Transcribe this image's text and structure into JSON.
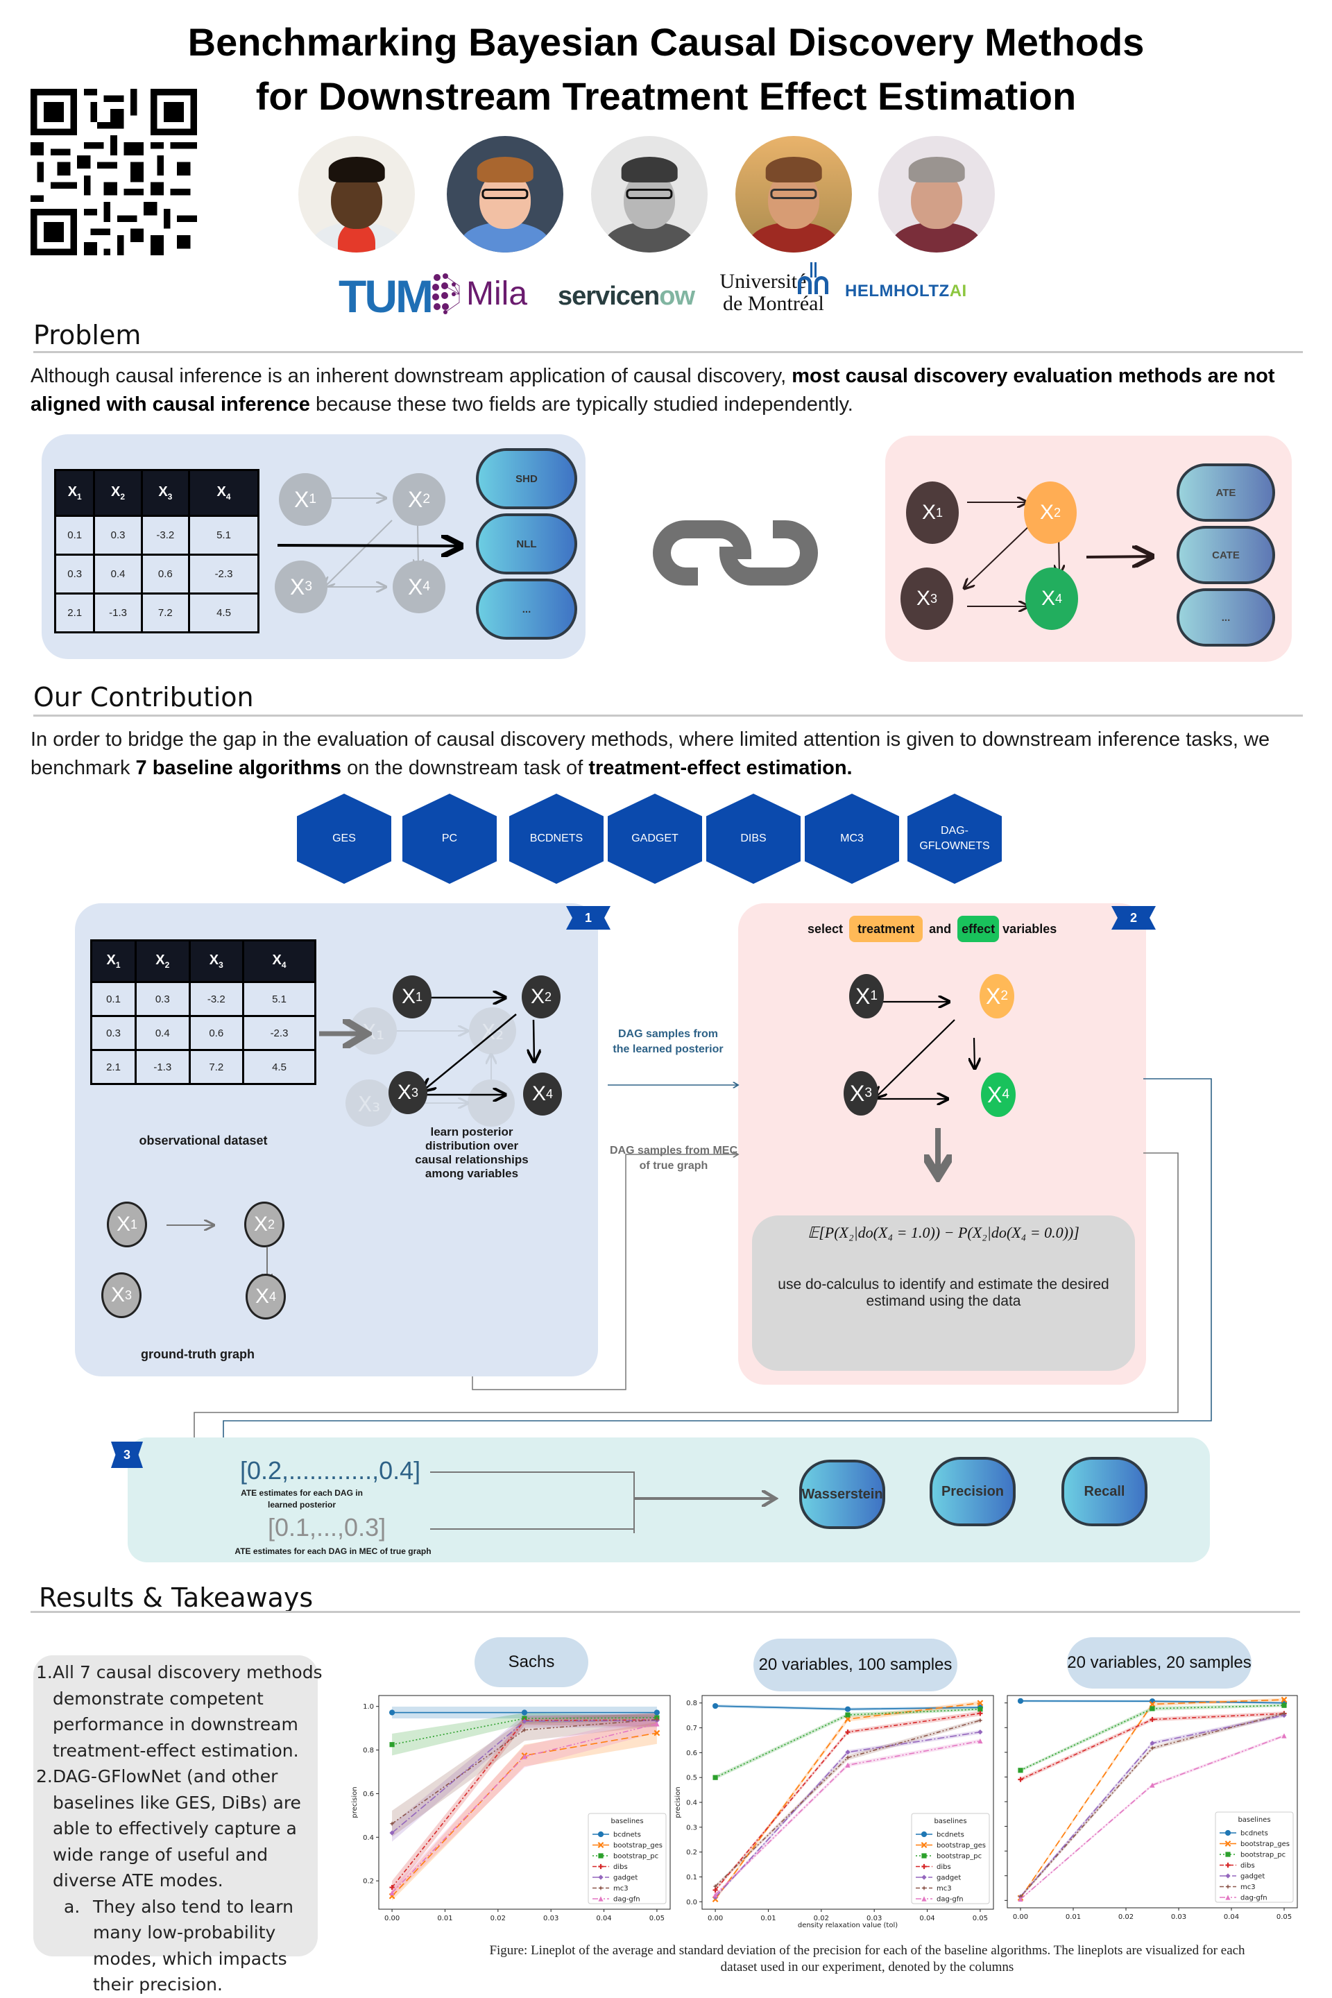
{
  "title": {
    "line1": "Benchmarking Bayesian Causal Discovery Methods",
    "line2": "for Downstream Treatment Effect Estimation"
  },
  "qr_code": {
    "icon": "qr-code-icon"
  },
  "authors": [
    {
      "label": "author-photo-1"
    },
    {
      "label": "author-photo-2"
    },
    {
      "label": "author-photo-3"
    },
    {
      "label": "author-photo-4"
    },
    {
      "label": "author-photo-5"
    }
  ],
  "logos": {
    "tum": "TUM",
    "mila": "Mila",
    "servicenow_a": "servicen",
    "servicenow_b": "ow",
    "udem_line1": "Université",
    "udem_line2": "de Montréal",
    "helmholtz": "HELMHOLTZ",
    "helmholtz_ai": "AI"
  },
  "problem": {
    "heading": "Problem",
    "text_pre": "Although causal inference is an inherent downstream application of causal discovery, ",
    "text_bold": "most causal discovery evaluation methods are not aligned with causal inference",
    "text_post": " because these two fields are typically studied independently.",
    "discovery_panel": {
      "table_headers": [
        "X",
        "X",
        "X",
        "X"
      ],
      "table_header_subs": [
        "1",
        "2",
        "3",
        "4"
      ],
      "table_rows": [
        [
          "0.1",
          "0.3",
          "-3.2",
          "5.1"
        ],
        [
          "0.3",
          "0.4",
          "0.6",
          "-2.3"
        ],
        [
          "2.1",
          "-1.3",
          "7.2",
          "4.5"
        ]
      ],
      "nodes": [
        {
          "name": "X",
          "sub": "1"
        },
        {
          "name": "X",
          "sub": "2"
        },
        {
          "name": "X",
          "sub": "3"
        },
        {
          "name": "X",
          "sub": "4"
        }
      ],
      "metrics": [
        "SHD",
        "NLL",
        "..."
      ]
    },
    "link_icon": "chain-link-icon",
    "inference_panel": {
      "nodes": [
        {
          "name": "X",
          "sub": "1",
          "color": "#4e3b3b"
        },
        {
          "name": "X",
          "sub": "2",
          "color": "#ffad54"
        },
        {
          "name": "X",
          "sub": "3",
          "color": "#4e3b3b"
        },
        {
          "name": "X",
          "sub": "4",
          "color": "#22ae5e"
        }
      ],
      "metrics": [
        "ATE",
        "CATE",
        "..."
      ]
    }
  },
  "contribution": {
    "heading": "Our Contribution",
    "text_pre": "In order to bridge the gap in the evaluation of causal discovery methods, where limited attention is given to downstream inference tasks, we benchmark ",
    "text_bold1": "7 baseline algorithms",
    "text_mid": " on the downstream task of ",
    "text_bold2": "treatment-effect estimation.",
    "algorithms": [
      "GES",
      "PC",
      "BCDNETS",
      "GADGET",
      "DIBS",
      "MC3",
      "DAG-\nGFLOWNETS"
    ]
  },
  "pipeline": {
    "step1": {
      "badge": "1",
      "table_headers": [
        "X",
        "X",
        "X",
        "X"
      ],
      "table_header_subs": [
        "1",
        "2",
        "3",
        "4"
      ],
      "table_rows": [
        [
          "0.1",
          "0.3",
          "-3.2",
          "5.1"
        ],
        [
          "0.3",
          "0.4",
          "0.6",
          "-2.3"
        ],
        [
          "2.1",
          "-1.3",
          "7.2",
          "4.5"
        ]
      ],
      "dataset_label": "observational dataset",
      "posterior_label": "learn posterior distribution over causal relationships among variables",
      "ground_truth_label": "ground-truth graph",
      "node_subs": [
        "1",
        "2",
        "3",
        "4"
      ]
    },
    "arrow_label_learned": "DAG samples from the learned posterior",
    "arrow_label_mec": "DAG samples from MEC of true graph",
    "step2": {
      "badge": "2",
      "select_text": "select",
      "treatment_chip": "treatment",
      "and_text": "and",
      "effect_chip": "effect",
      "variables_text": "variables",
      "treatment_color": "#ffb957",
      "effect_color": "#19c25c",
      "formula": "𝔼[P(X₂|do(X₄ = 1.0)) − P(X₂|do(X₄ = 0.0))]",
      "do_calculus_text": "use do-calculus to identify and estimate the desired estimand using the data"
    },
    "step3": {
      "badge": "3",
      "learned_values": "[0.2,............,0.4]",
      "learned_label": "ATE estimates for each DAG in learned posterior",
      "mec_values": "[0.1,...,0.3]",
      "mec_label": "ATE estimates for each DAG in MEC of true graph",
      "metrics": [
        "Wasserstein",
        "Precision",
        "Recall"
      ]
    }
  },
  "results": {
    "heading": "Results & Takeaways",
    "takeaways": [
      {
        "num": "1.",
        "text": "All 7 causal discovery methods demonstrate competent performance in downstream treatment-effect estimation."
      },
      {
        "num": "2.",
        "text": "DAG-GFlowNet (and other baselines like GES, DiBs) are able to effectively capture a wide range of useful and diverse ATE modes."
      },
      {
        "num": "a.",
        "text": "They also tend to learn many low-probability modes, which impacts their precision."
      }
    ],
    "caption": "Figure: Lineplot of the average and standard deviation of the precision for each of the baseline algorithms. The lineplots are visualized for each dataset used in our experiment, denoted by the columns"
  },
  "chart_data": [
    {
      "type": "line",
      "title": "Sachs",
      "xlabel": "",
      "ylabel": "precision",
      "x": [
        0.0,
        0.025,
        0.05
      ],
      "xticks": [
        "0.00",
        "0.01",
        "0.02",
        "0.03",
        "0.04",
        "0.05"
      ],
      "xlim": [
        -0.0025,
        0.0525
      ],
      "ylim": [
        0.07,
        1.05
      ],
      "yticks": [
        "0.2",
        "0.4",
        "0.6",
        "0.8",
        "1.0"
      ],
      "legend_title": "baselines",
      "legend_position": "lower-right",
      "grid": false,
      "series": [
        {
          "name": "bcdnets",
          "color": "#1f77b4",
          "values": [
            0.972,
            0.972,
            0.972
          ],
          "std": [
            0.027,
            0.027,
            0.027
          ],
          "dash": "",
          "marker": "circle"
        },
        {
          "name": "bootstrap_ges",
          "color": "#ff7f0e",
          "values": [
            0.13,
            0.775,
            0.878
          ],
          "std": [
            0.02,
            0.05,
            0.05
          ],
          "dash": "10,5",
          "marker": "x"
        },
        {
          "name": "bootstrap_pc",
          "color": "#2ca02c",
          "values": [
            0.825,
            0.945,
            0.948
          ],
          "std": [
            0.05,
            0.025,
            0.01
          ],
          "dash": "2,3",
          "marker": "square"
        },
        {
          "name": "dibs",
          "color": "#d62728",
          "values": [
            0.17,
            0.935,
            0.938
          ],
          "std": [
            0.03,
            0.02,
            0.03
          ],
          "dash": "6,3,2,3",
          "marker": "plus"
        },
        {
          "name": "gadget",
          "color": "#9467bd",
          "values": [
            0.42,
            0.932,
            0.935
          ],
          "std": [
            0.04,
            0.03,
            0.03
          ],
          "dash": "10,3,2,3",
          "marker": "diamond"
        },
        {
          "name": "mc3",
          "color": "#8c564b",
          "values": [
            0.462,
            0.892,
            0.94
          ],
          "std": [
            0.06,
            0.05,
            0.03
          ],
          "dash": "6,3,2,3,2,3",
          "marker": "star"
        },
        {
          "name": "dag-gfn",
          "color": "#e377c2",
          "values": [
            0.145,
            0.77,
            0.92
          ],
          "std": [
            0.02,
            0.05,
            0.04
          ],
          "dash": "8,3,2,3,2,3",
          "marker": "triangle"
        }
      ]
    },
    {
      "type": "line",
      "title": "20 variables, 100 samples",
      "xlabel": "density relaxation value (tol)",
      "ylabel": "precision",
      "x": [
        0.0,
        0.025,
        0.05
      ],
      "xticks": [
        "0.00",
        "0.01",
        "0.02",
        "0.03",
        "0.04",
        "0.05"
      ],
      "xlim": [
        -0.0025,
        0.0525
      ],
      "ylim": [
        -0.03,
        0.83
      ],
      "yticks": [
        "0.0",
        "0.1",
        "0.2",
        "0.3",
        "0.4",
        "0.5",
        "0.6",
        "0.7",
        "0.8"
      ],
      "legend_title": "baselines",
      "legend_position": "lower-right",
      "grid": false,
      "series": [
        {
          "name": "bcdnets",
          "color": "#1f77b4",
          "values": [
            0.788,
            0.775,
            0.782
          ],
          "std": [
            0.006,
            0.006,
            0.006
          ],
          "dash": "",
          "marker": "circle"
        },
        {
          "name": "bootstrap_ges",
          "color": "#ff7f0e",
          "values": [
            0.01,
            0.735,
            0.8
          ],
          "std": [
            0.006,
            0.01,
            0.008
          ],
          "dash": "10,5",
          "marker": "x"
        },
        {
          "name": "bootstrap_pc",
          "color": "#2ca02c",
          "values": [
            0.5,
            0.752,
            0.775
          ],
          "std": [
            0.008,
            0.008,
            0.006
          ],
          "dash": "2,3",
          "marker": "square"
        },
        {
          "name": "dibs",
          "color": "#d62728",
          "values": [
            0.047,
            0.683,
            0.758
          ],
          "std": [
            0.006,
            0.008,
            0.01
          ],
          "dash": "6,3,2,3",
          "marker": "plus"
        },
        {
          "name": "gadget",
          "color": "#9467bd",
          "values": [
            0.018,
            0.602,
            0.683
          ],
          "std": [
            0.006,
            0.008,
            0.008
          ],
          "dash": "10,3,2,3",
          "marker": "diamond"
        },
        {
          "name": "mc3",
          "color": "#8c564b",
          "values": [
            0.062,
            0.58,
            0.73
          ],
          "std": [
            0.006,
            0.01,
            0.008
          ],
          "dash": "6,3,2,3,2,3",
          "marker": "star"
        },
        {
          "name": "dag-gfn",
          "color": "#e377c2",
          "values": [
            0.028,
            0.55,
            0.647
          ],
          "std": [
            0.006,
            0.008,
            0.008
          ],
          "dash": "8,3,2,3,2,3",
          "marker": "triangle"
        }
      ]
    },
    {
      "type": "line",
      "title": "20 variables,  20 samples",
      "xlabel": "",
      "ylabel": "",
      "x": [
        0.0,
        0.025,
        0.05
      ],
      "xticks": [
        "0.00",
        "0.01",
        "0.02",
        "0.03",
        "0.04",
        "0.05"
      ],
      "xlim": [
        -0.0025,
        0.0525
      ],
      "ylim": [
        -0.03,
        0.83
      ],
      "yticks": [
        "",
        "",
        "",
        "",
        "",
        "",
        "",
        "",
        ""
      ],
      "legend_title": "baselines",
      "legend_position": "lower-right",
      "grid": false,
      "series": [
        {
          "name": "bcdnets",
          "color": "#1f77b4",
          "values": [
            0.808,
            0.807,
            0.8
          ],
          "std": [
            0.005,
            0.005,
            0.005
          ],
          "dash": "",
          "marker": "circle"
        },
        {
          "name": "bootstrap_ges",
          "color": "#ff7f0e",
          "values": [
            0.01,
            0.795,
            0.813
          ],
          "std": [
            0.005,
            0.008,
            0.006
          ],
          "dash": "10,5",
          "marker": "x"
        },
        {
          "name": "bootstrap_pc",
          "color": "#2ca02c",
          "values": [
            0.527,
            0.777,
            0.79
          ],
          "std": [
            0.006,
            0.008,
            0.006
          ],
          "dash": "2,3",
          "marker": "square"
        },
        {
          "name": "dibs",
          "color": "#d62728",
          "values": [
            0.49,
            0.733,
            0.757
          ],
          "std": [
            0.008,
            0.008,
            0.008
          ],
          "dash": "6,3,2,3",
          "marker": "plus"
        },
        {
          "name": "gadget",
          "color": "#9467bd",
          "values": [
            0.015,
            0.637,
            0.75
          ],
          "std": [
            0.006,
            0.008,
            0.008
          ],
          "dash": "10,3,2,3",
          "marker": "diamond"
        },
        {
          "name": "mc3",
          "color": "#8c564b",
          "values": [
            0.015,
            0.617,
            0.757
          ],
          "std": [
            0.006,
            0.008,
            0.008
          ],
          "dash": "6,3,2,3,2,3",
          "marker": "star"
        },
        {
          "name": "dag-gfn",
          "color": "#e377c2",
          "values": [
            0.005,
            0.467,
            0.667
          ],
          "std": [
            0.004,
            0.006,
            0.006
          ],
          "dash": "8,3,2,3,2,3",
          "marker": "triangle"
        }
      ]
    }
  ]
}
